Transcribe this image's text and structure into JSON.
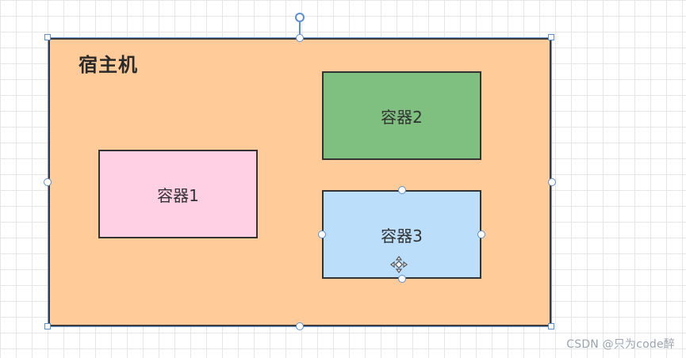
{
  "diagram": {
    "host": {
      "title": "宿主机",
      "fill": "#ffcc99"
    },
    "containers": [
      {
        "label": "容器1",
        "fill": "#ffd0e3"
      },
      {
        "label": "容器2",
        "fill": "#7fbf7f"
      },
      {
        "label": "容器3",
        "fill": "#bbdefb"
      }
    ],
    "selection_color": "#5b8fd0"
  },
  "watermark": {
    "text": "CSDN @只为code醉"
  },
  "icons": {
    "move": "move-icon",
    "rotate": "rotate-handle-icon"
  }
}
